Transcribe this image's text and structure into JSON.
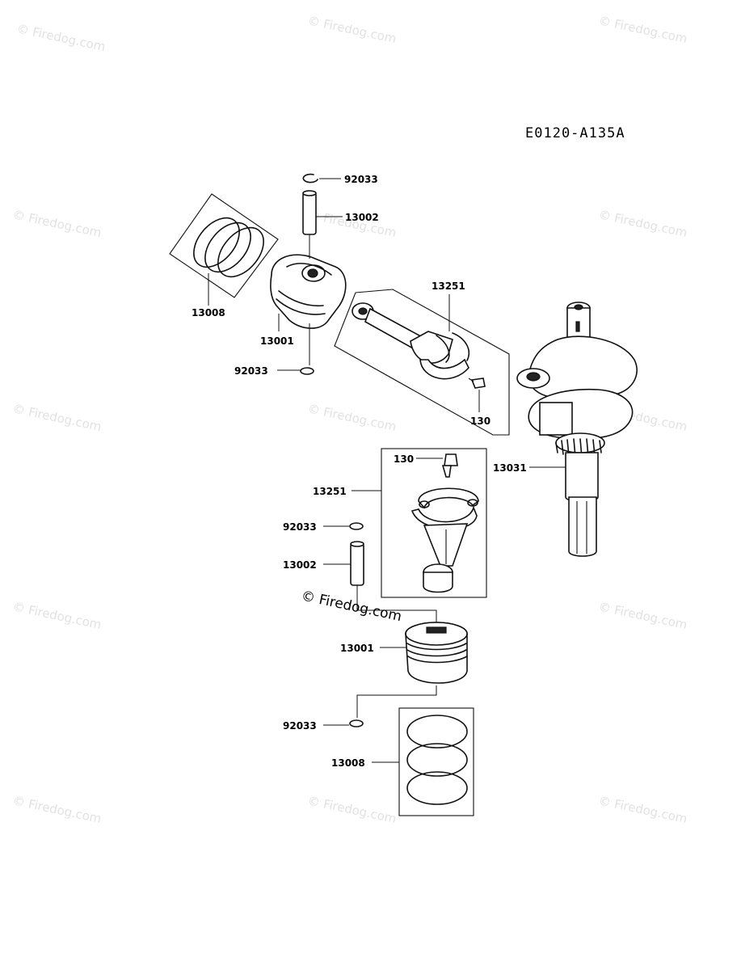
{
  "diagram_code": "E0120-A135A",
  "watermark_text": "© Firedog.com",
  "callouts": {
    "snap_ring_top": "92033",
    "piston_pin_top": "13002",
    "ring_set_left": "13008",
    "piston_top": "13001",
    "snap_ring_mid": "92033",
    "rod_assembly_upper": "13251",
    "bolt_upper": "130",
    "crankshaft": "13031",
    "bolt_lower": "130",
    "rod_assembly_lower": "13251",
    "snap_ring_lower": "92033",
    "piston_pin_lower": "13002",
    "piston_lower": "13001",
    "snap_ring_bottom": "92033",
    "ring_set_bottom": "13008"
  }
}
